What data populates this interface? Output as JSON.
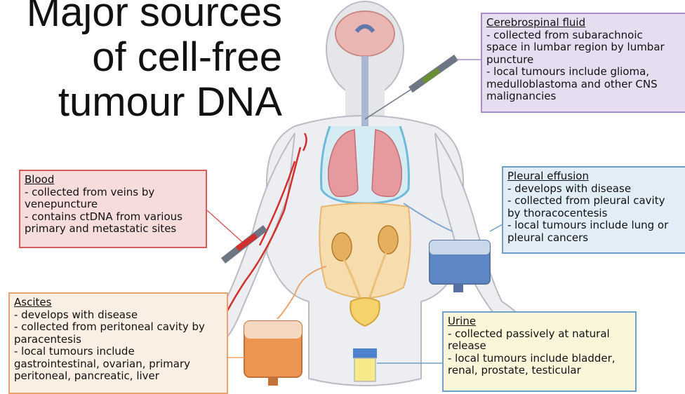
{
  "title_lines": [
    "Major sources",
    "of cell-free",
    "tumour DNA"
  ],
  "boxes": {
    "csf": {
      "title": "Cerebrospinal fluid",
      "lines": [
        "- collected from subarachnoic",
        "space in lumbar region by lumbar",
        "puncture",
        "- local tumours include glioma,",
        "medulloblastoma and other CNS",
        "malignancies"
      ]
    },
    "pleural": {
      "title": "Pleural effusion",
      "lines": [
        "- develops with disease",
        "- collected from pleural cavity",
        "by thoracocentesis",
        "- local tumours include lung or",
        "pleural cancers"
      ]
    },
    "blood": {
      "title": "Blood",
      "lines": [
        "- collected from veins by",
        "venepuncture",
        "- contains ctDNA from various",
        "primary and metastatic sites"
      ]
    },
    "ascites": {
      "title": "Ascites",
      "lines": [
        "- develops with disease",
        "- collected from peritoneal cavity by",
        "paracentesis",
        "- local tumours include",
        "gastrointestinal, ovarian, primary",
        "peritoneal, pancreatic, liver"
      ]
    },
    "urine": {
      "title": "Urine",
      "lines": [
        "- collected passively at natural",
        "release",
        "- local tumours include bladder,",
        "renal, prostate, testicular"
      ]
    }
  },
  "colors": {
    "csf_border": "#a88cc8",
    "pleural_border": "#6ea0cc",
    "blood_border": "#d65b5b",
    "ascites_border": "#e9a36e",
    "urine_border": "#6ea0cc",
    "body_fill": "#eceef1",
    "vessel": "#d2302f",
    "lung": "#e79a9e"
  }
}
